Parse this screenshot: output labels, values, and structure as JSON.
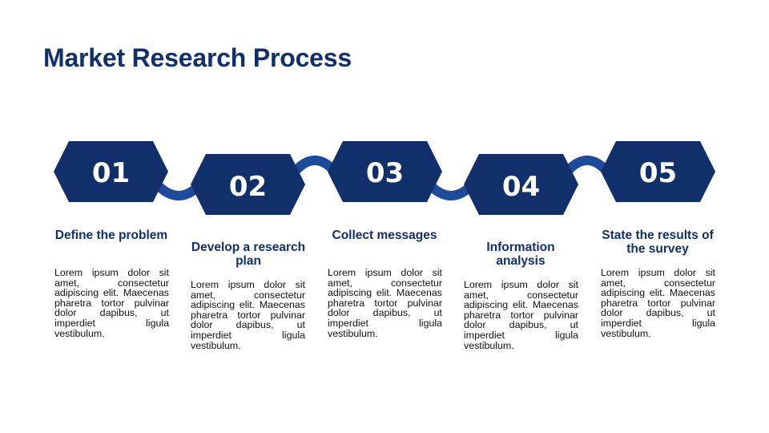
{
  "title": "Market Research Process",
  "accent_color": "#11306b",
  "connector_color": "#1d4a9b",
  "steps": [
    {
      "number": "01",
      "title": "Define the problem",
      "description": "Lorem ipsum dolor sit amet, consectetur adipiscing elit. Maecenas pharetra tortor pulvinar dolor dapibus, ut imperdiet ligula vestibulum."
    },
    {
      "number": "02",
      "title": "Develop a research plan",
      "description": "Lorem ipsum dolor sit amet, consectetur adipiscing elit. Maecenas pharetra tortor pulvinar dolor dapibus, ut imperdiet ligula vestibulum."
    },
    {
      "number": "03",
      "title": "Collect messages",
      "description": "Lorem ipsum dolor sit amet, consectetur adipiscing elit. Maecenas pharetra tortor pulvinar dolor dapibus, ut imperdiet ligula vestibulum."
    },
    {
      "number": "04",
      "title": "Information analysis",
      "description": "Lorem ipsum dolor sit amet, consectetur adipiscing elit. Maecenas pharetra tortor pulvinar dolor dapibus, ut imperdiet ligula vestibulum."
    },
    {
      "number": "05",
      "title": "State the results of the survey",
      "description": "Lorem ipsum dolor sit amet, consectetur adipiscing elit. Maecenas pharetra tortor pulvinar dolor dapibus, ut imperdiet ligula vestibulum."
    }
  ]
}
